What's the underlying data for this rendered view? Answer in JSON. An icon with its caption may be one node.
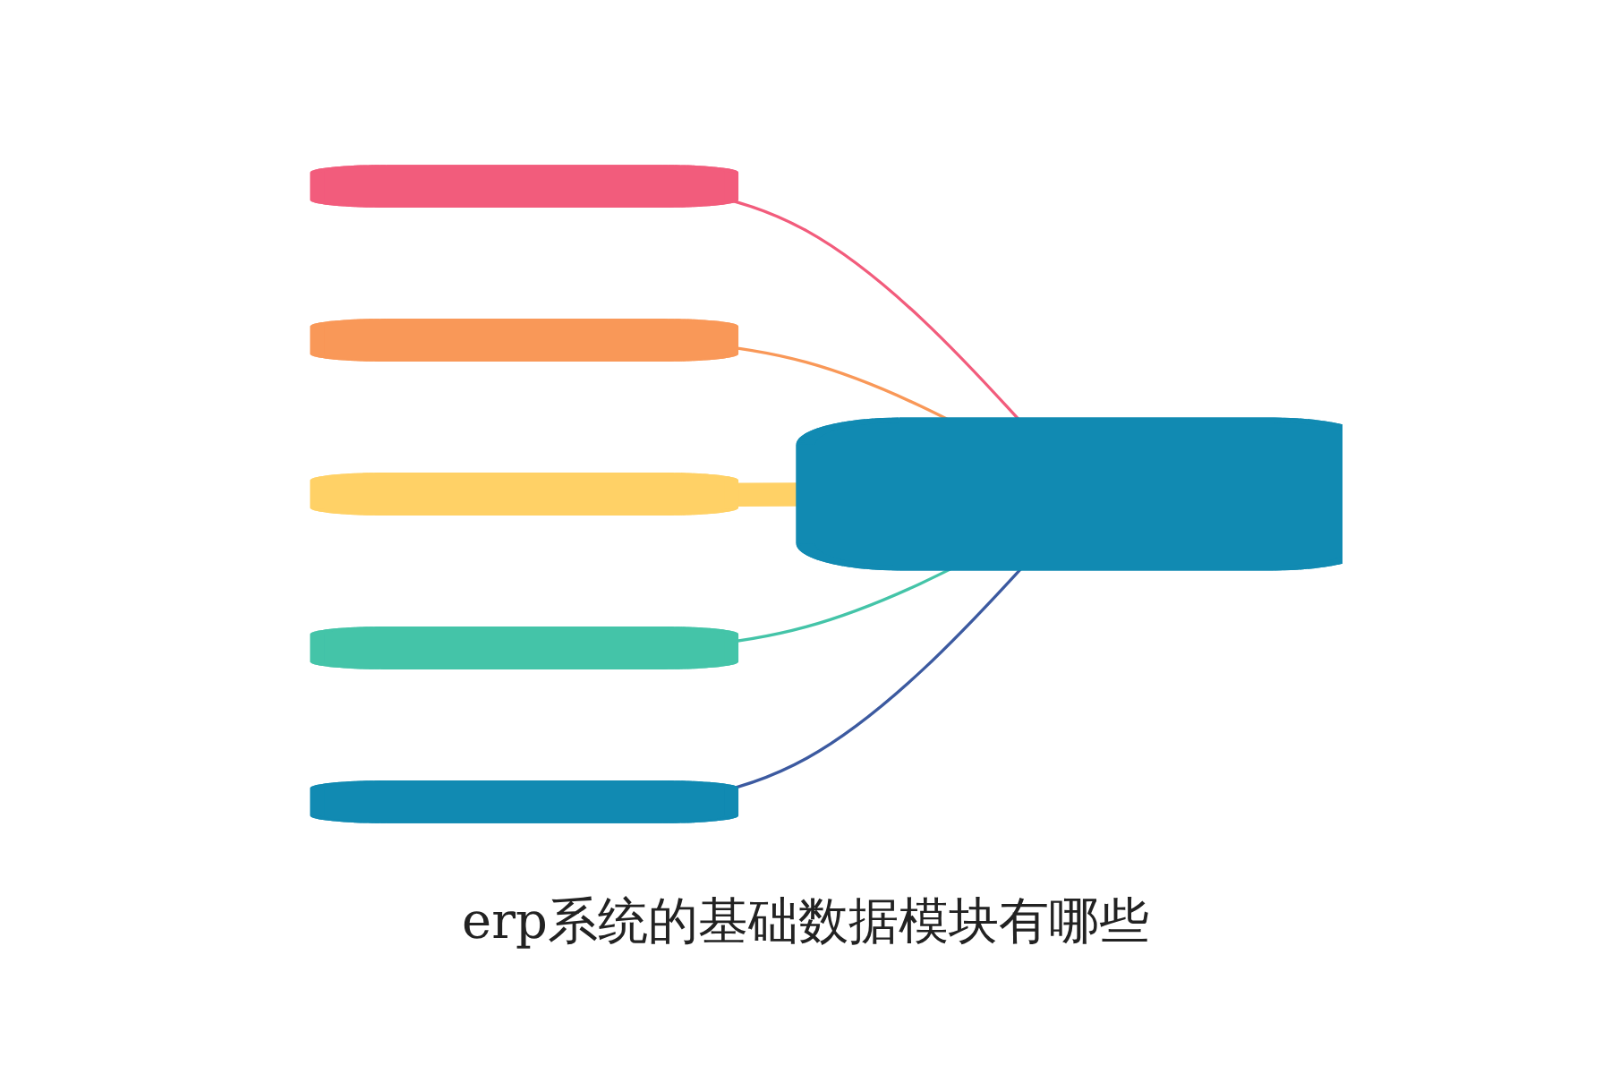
{
  "diagram": {
    "caption": "erp系统的基础数据模块有哪些",
    "nodes": [
      {
        "text": [],
        "shape": "box"
      },
      {
        "text": [],
        "shape": "box"
      },
      {
        "text": [],
        "shape": "box"
      },
      {
        "text": [],
        "shape": "box"
      },
      {
        "text": [],
        "shape": "box"
      },
      {
        "text": [],
        "shape": "box"
      }
    ],
    "edges": [
      {
        "from": 0,
        "to": 5,
        "arrow": "none",
        "color": "#f25c7c"
      },
      {
        "from": 1,
        "to": 5,
        "arrow": "none",
        "color": "#f99858"
      },
      {
        "from": 2,
        "to": 5,
        "arrow": "to",
        "style": "thick",
        "color": "#ffd166"
      },
      {
        "from": 3,
        "to": 5,
        "arrow": "none",
        "color": "#44c4a8"
      },
      {
        "from": 4,
        "to": 5,
        "arrow": "none",
        "color": "#3c5aa0"
      }
    ]
  }
}
